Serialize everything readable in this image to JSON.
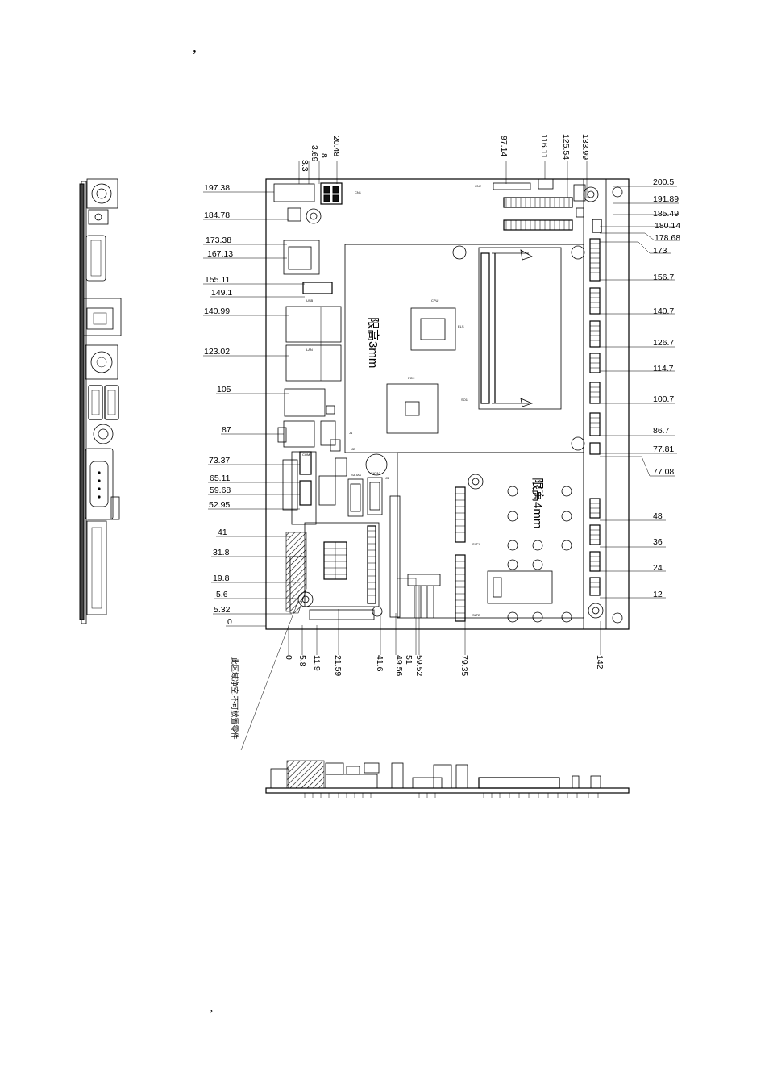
{
  "page_marks": {
    "top": "’",
    "bottom": "’"
  },
  "zones": {
    "zone_3mm": "限高3mm",
    "zone_4mm": "限高4mm"
  },
  "note": "此区域净空,不可放置零件",
  "left_dims": [
    "197.38",
    "184.78",
    "173.38",
    "167.13",
    "155.11",
    "149.1",
    "140.99",
    "123.02",
    "105",
    "87",
    "73.37",
    "65.11",
    "59.68",
    "52.95",
    "41",
    "31.8",
    "19.8",
    "5.6",
    "5.32",
    "0"
  ],
  "right_dims": [
    "200.5",
    "191.89",
    "185.49",
    "180.14",
    "178.68",
    "173",
    "156.7",
    "140.7",
    "126.7",
    "114.7",
    "100.7",
    "86.7",
    "77.81",
    "77.08",
    "48",
    "36",
    "24",
    "12"
  ],
  "top_dims": [
    "3.3",
    "3.69",
    "8",
    "20.48",
    "97.14",
    "116.11",
    "125.54",
    "133.99"
  ],
  "bottom_dims": [
    "0",
    "5.8",
    "11.9",
    "21.59",
    "41.6",
    "49.56",
    "51",
    "59.52",
    "79.35",
    "142"
  ],
  "tiny_labels": [
    "CN1",
    "CN2",
    "ELS",
    "SO1",
    "CPU",
    "PCH",
    "SLT1",
    "SLT2",
    "J1",
    "J2",
    "J3",
    "SATA1",
    "SATA2",
    "USB",
    "LAN",
    "COM"
  ]
}
